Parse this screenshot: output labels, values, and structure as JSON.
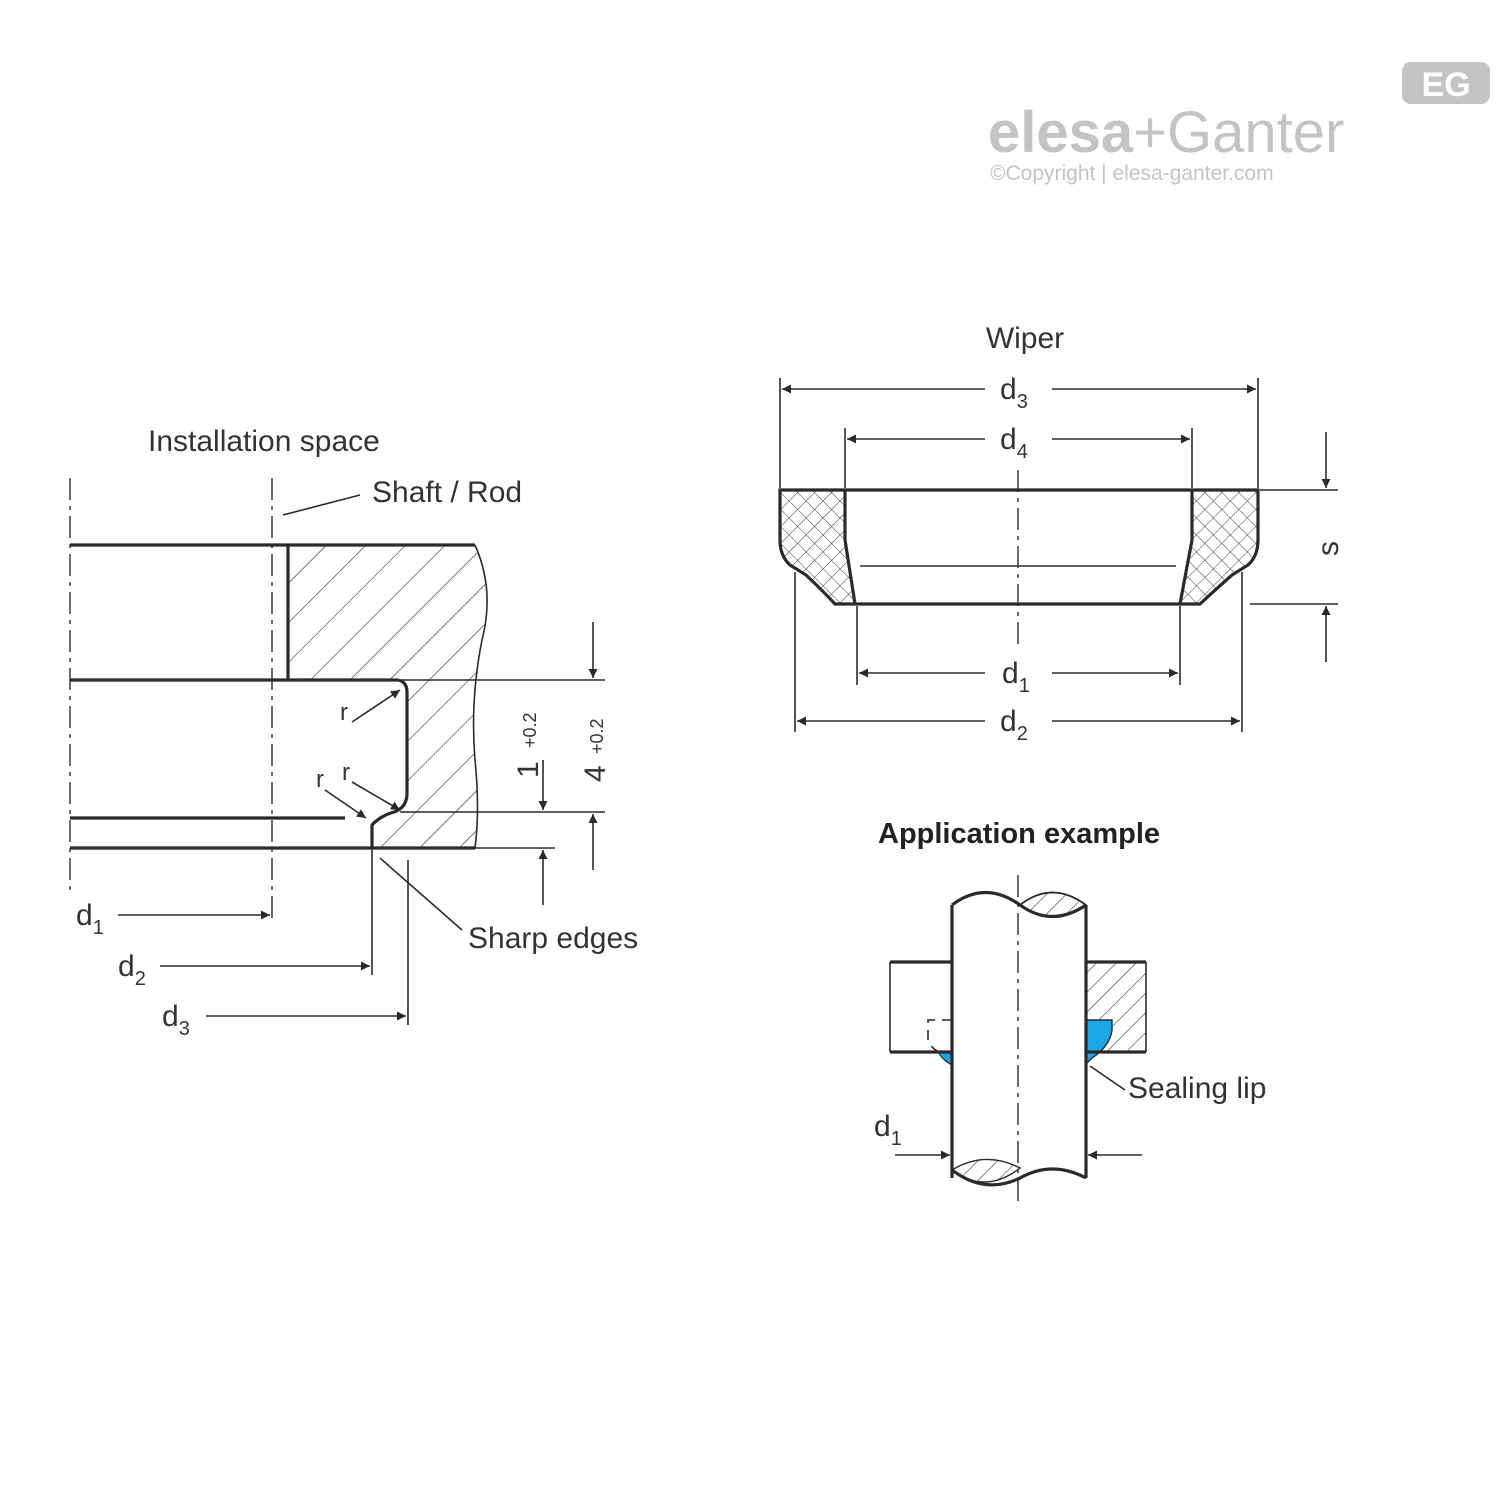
{
  "logo": {
    "brand_left": "elesa",
    "plus": "+",
    "brand_right": "Ganter",
    "badge": "EG",
    "copyright": "©Copyright | elesa-ganter.com"
  },
  "installation": {
    "title": "Installation space",
    "shaft_label": "Shaft / Rod",
    "sharp_edges_label": "Sharp edges",
    "r": "r",
    "dim_1": "1",
    "dim_1_tol": "+0.2",
    "dim_4": "4",
    "dim_4_tol": "+0.2",
    "d": "d",
    "sub_1": "1",
    "sub_2": "2",
    "sub_3": "3"
  },
  "wiper": {
    "title": "Wiper",
    "d": "d",
    "sub_1": "1",
    "sub_2": "2",
    "sub_3": "3",
    "sub_4": "4",
    "s": "s"
  },
  "application": {
    "title": "Application example",
    "sealing_lip_label": "Sealing lip",
    "d": "d",
    "sub_1": "1"
  },
  "colors": {
    "seal": "#1aa7e8",
    "logo_grey": "#c4c4c4"
  }
}
